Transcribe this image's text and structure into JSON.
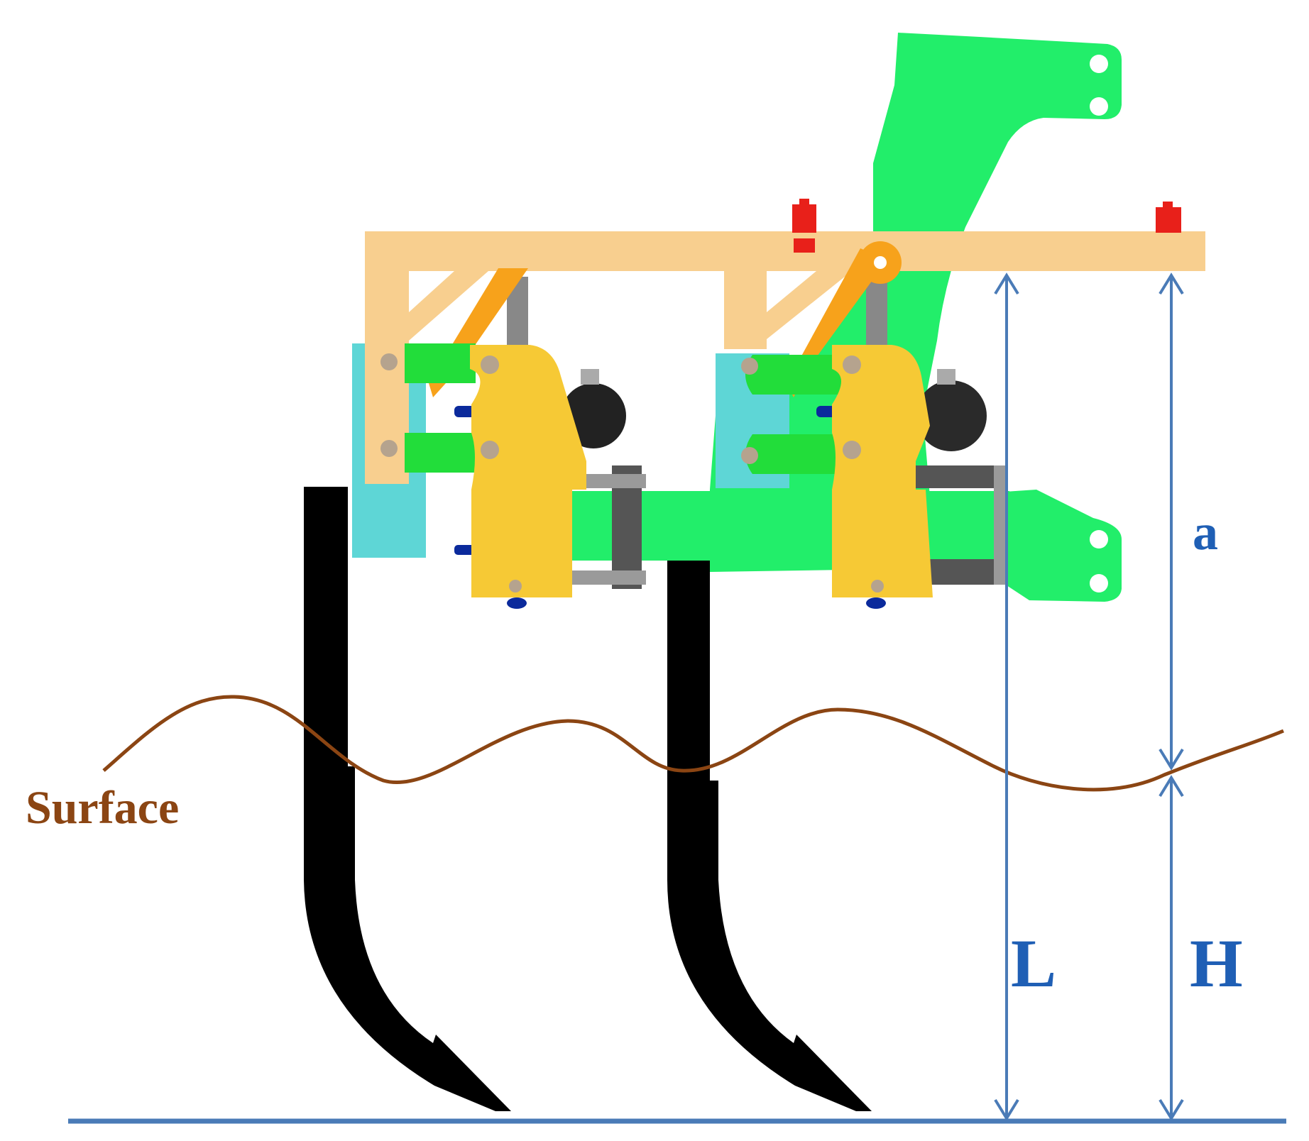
{
  "labels": {
    "surface": "Surface",
    "a": "a",
    "L": "L",
    "H": "H"
  },
  "colors": {
    "frame": "#f8cf8f",
    "bracket_green": "#22ee6a",
    "link_green": "#22dd3a",
    "bracket_yellow": "#f6c935",
    "cyan_block": "#5ed6d6",
    "orange_brace": "#f7a21b",
    "shank": "#000000",
    "surface_curve": "#8b4513",
    "dimension": "#4a7bb7",
    "ground": "#4a7bb7",
    "red_fitting": "#e8201a",
    "dark_grey": "#555555",
    "blue_pin": "#0b2a9c",
    "label_surface": "#8b4513",
    "label_dim": "#1f5fb5"
  },
  "icons": [
    "shank-icon",
    "hitch-bracket-icon",
    "tool-frame-icon",
    "depth-wheel-icon",
    "dimension-arrow-icon"
  ]
}
